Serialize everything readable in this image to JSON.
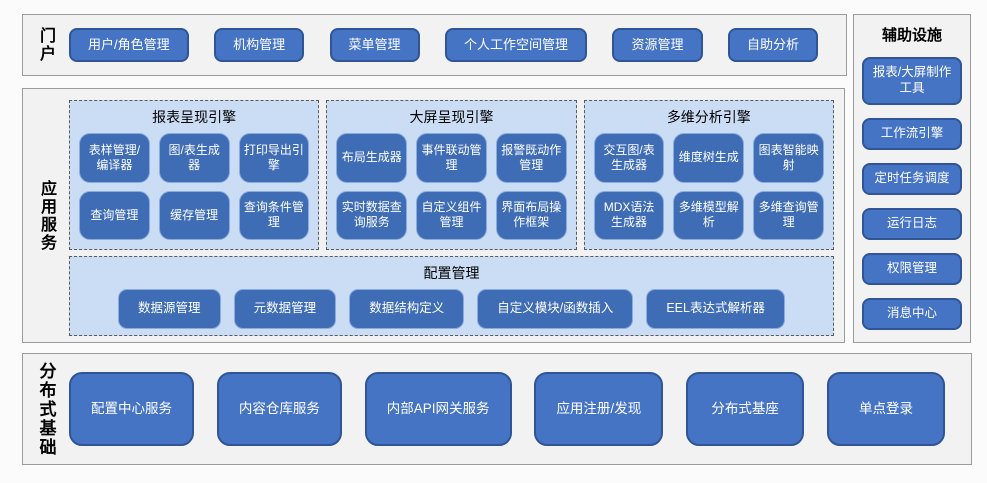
{
  "colors": {
    "button_fill": "#4674C5",
    "button_border": "#2F5597",
    "panel_button_fill": "#3E6CB5",
    "panel_button_border": "#8AABDC",
    "panel_fill": "#CBDCF5",
    "section_fill": "#F2F2F2",
    "section_border": "#9C9C9C"
  },
  "portal": {
    "label": "门户",
    "buttons": [
      "用户/角色管理",
      "机构管理",
      "菜单管理",
      "个人工作空间管理",
      "资源管理",
      "自助分析"
    ]
  },
  "app_services": {
    "label": "应用服务",
    "panels": [
      {
        "title": "报表呈现引擎",
        "buttons": [
          "表样管理/编译器",
          "图/表生成器",
          "打印导出引擎",
          "查询管理",
          "缓存管理",
          "查询条件管理"
        ]
      },
      {
        "title": "大屏呈现引擎",
        "buttons": [
          "布局生成器",
          "事件联动管理",
          "报警既动作管理",
          "实时数据查询服务",
          "自定义组件管理",
          "界面布局操作框架"
        ]
      },
      {
        "title": "多维分析引擎",
        "buttons": [
          "交互图/表生成器",
          "维度树生成",
          "图表智能映射",
          "MDX语法生成器",
          "多维模型解析",
          "多维查询管理"
        ]
      }
    ],
    "config_panel": {
      "title": "配置管理",
      "buttons": [
        "数据源管理",
        "元数据管理",
        "数据结构定义",
        "自定义模块/函数插入",
        "EEL表达式解析器"
      ]
    }
  },
  "distributed": {
    "label": "分布式基础",
    "buttons": [
      "配置中心服务",
      "内容仓库服务",
      "内部API网关服务",
      "应用注册/发现",
      "分布式基座",
      "单点登录"
    ]
  },
  "auxiliary": {
    "label": "辅助设施",
    "buttons": [
      "报表/大屏制作工具",
      "工作流引擎",
      "定时任务调度",
      "运行日志",
      "权限管理",
      "消息中心"
    ]
  }
}
